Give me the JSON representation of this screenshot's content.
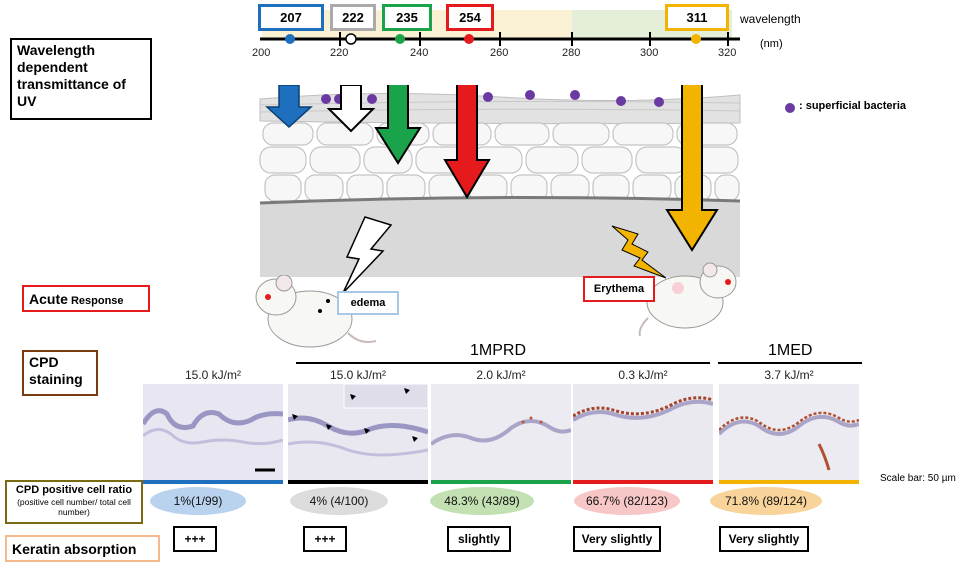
{
  "spectrum": {
    "wavelength_label": "wavelength",
    "unit_label": "(nm)",
    "ticks": [
      "200",
      "220",
      "240",
      "260",
      "280",
      "300",
      "320"
    ],
    "boxes": [
      {
        "label": "207",
        "color": "#1f6fbf"
      },
      {
        "label": "222",
        "color": "#aaaaaa"
      },
      {
        "label": "235",
        "color": "#1aa34a"
      },
      {
        "label": "254",
        "color": "#e41a1c"
      },
      {
        "label": "311",
        "color": "#f2b400"
      }
    ]
  },
  "left_labels": {
    "transmittance": "Wavelength dependent transmittance of UV",
    "acute_main": "Acute",
    "acute_sub": " Response",
    "cpd_staining": "CPD staining",
    "cpd_ratio_title": "CPD positive cell ratio",
    "cpd_ratio_sub": "(positive cell number/ total cell number)",
    "keratin": "Keratin absorption"
  },
  "legend": {
    "bacteria": ": superficial bacteria"
  },
  "responses": {
    "edema": "edema",
    "erythema": "Erythema"
  },
  "groups": {
    "mprd": "1MPRD",
    "med": "1MED"
  },
  "doses": [
    "15.0 kJ/m²",
    "15.0 kJ/m²",
    "2.0 kJ/m²",
    "0.3 kJ/m²",
    "3.7 kJ/m²"
  ],
  "ratios": [
    {
      "label": "1%(1/99)",
      "color": "#b9d3ef"
    },
    {
      "label": "4% (4/100)",
      "color": "#dcdcdc"
    },
    {
      "label": "48.3% (43/89)",
      "color": "#c3e0b2"
    },
    {
      "label": "66.7% (82/123)",
      "color": "#f7c6c6"
    },
    {
      "label": "71.8% (89/124)",
      "color": "#f8d49a"
    }
  ],
  "keratin_levels": [
    "+++",
    "+++",
    "slightly",
    "Very slightly",
    "Very slightly"
  ],
  "scale_bar": "Scale bar: 50 µm"
}
